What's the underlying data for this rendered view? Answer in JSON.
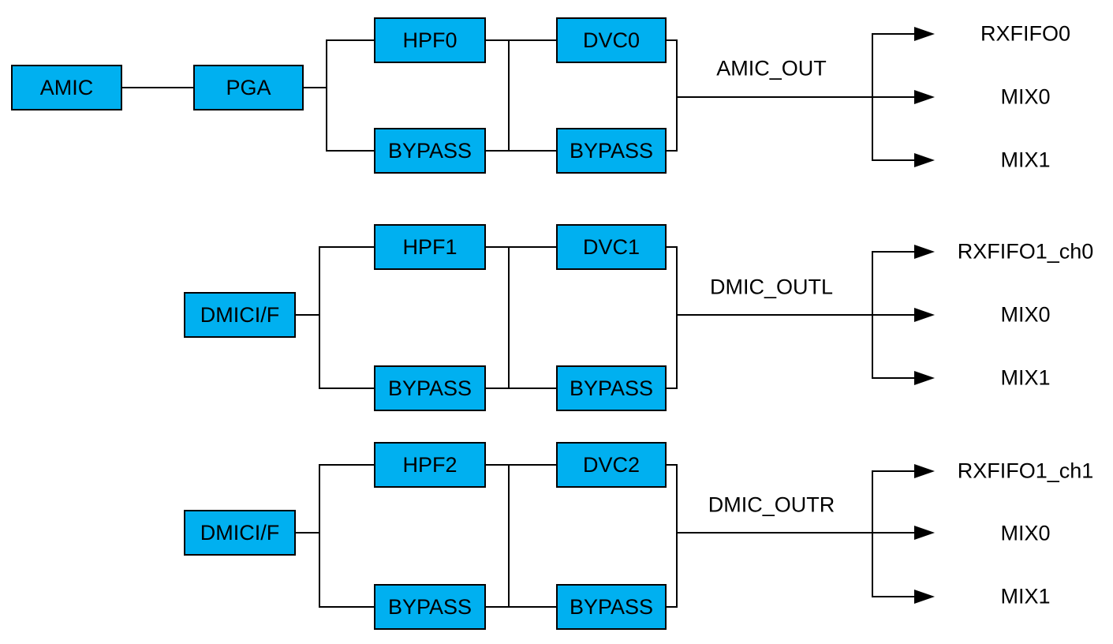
{
  "colors": {
    "box_fill": "#00b0f0",
    "line": "#000000",
    "text": "#000000",
    "background": "#ffffff"
  },
  "rows": [
    {
      "source": "AMIC",
      "pga": "PGA",
      "hpf": "HPF0",
      "hpf_bypass": "BYPASS",
      "dvc": "DVC0",
      "dvc_bypass": "BYPASS",
      "out": "AMIC_OUT",
      "dests": [
        "RXFIFO0",
        "MIX0",
        "MIX1"
      ]
    },
    {
      "source": "DMICI/F",
      "hpf": "HPF1",
      "hpf_bypass": "BYPASS",
      "dvc": "DVC1",
      "dvc_bypass": "BYPASS",
      "out": "DMIC_OUTL",
      "dests": [
        "RXFIFO1_ch0",
        "MIX0",
        "MIX1"
      ]
    },
    {
      "source": "DMICI/F",
      "hpf": "HPF2",
      "hpf_bypass": "BYPASS",
      "dvc": "DVC2",
      "dvc_bypass": "BYPASS",
      "out": "DMIC_OUTR",
      "dests": [
        "RXFIFO1_ch1",
        "MIX0",
        "MIX1"
      ]
    }
  ]
}
